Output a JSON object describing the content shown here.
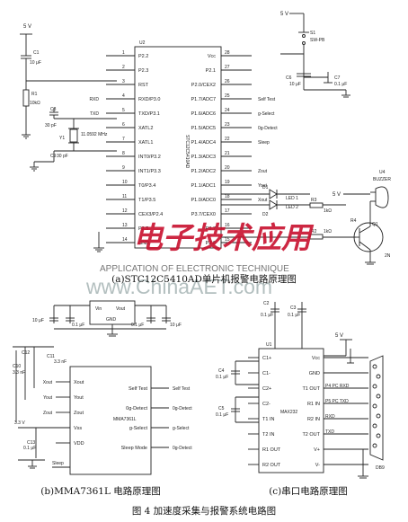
{
  "watermark": {
    "cn": "电子技术应用",
    "en": "APPLICATION OF ELECTRONIC TECHNIQUE",
    "url": "www.ChinaAET.com"
  },
  "panel_a": {
    "caption": "(a)STC12C5410AD单片机报警电路原理图",
    "mcu": {
      "ref": "U2",
      "part": "STC12C5410AD",
      "left_pins": [
        {
          "num": "1",
          "name": "P2.2",
          "net": ""
        },
        {
          "num": "2",
          "name": "P2.3",
          "net": ""
        },
        {
          "num": "3",
          "name": "RST",
          "net": ""
        },
        {
          "num": "4",
          "name": "RXD/P3.0",
          "net": "RXD"
        },
        {
          "num": "5",
          "name": "TXD/P3.1",
          "net": "TXD"
        },
        {
          "num": "6",
          "name": "XATL2",
          "net": ""
        },
        {
          "num": "7",
          "name": "XATL1",
          "net": ""
        },
        {
          "num": "8",
          "name": "INT0/P3.2",
          "net": ""
        },
        {
          "num": "9",
          "name": "INT1/P3.3",
          "net": ""
        },
        {
          "num": "10",
          "name": "T0/P3.4",
          "net": ""
        },
        {
          "num": "11",
          "name": "T1/P3.5",
          "net": ""
        },
        {
          "num": "12",
          "name": "CEX3/P2.4",
          "net": ""
        },
        {
          "num": "13",
          "name": "P2.5",
          "net": ""
        },
        {
          "num": "14",
          "name": "GND",
          "net": ""
        }
      ],
      "right_pins": [
        {
          "num": "28",
          "name": "Vcc",
          "net": ""
        },
        {
          "num": "27",
          "name": "P2.1",
          "net": ""
        },
        {
          "num": "26",
          "name": "P2.0/CEX2",
          "net": ""
        },
        {
          "num": "25",
          "name": "P1.7/ADC7",
          "net": "Self Test"
        },
        {
          "num": "24",
          "name": "P1.6/ADC6",
          "net": "g-Select"
        },
        {
          "num": "23",
          "name": "P1.5/ADC5",
          "net": "0g-Detect"
        },
        {
          "num": "22",
          "name": "P1.4/ADC4",
          "net": "Sleep"
        },
        {
          "num": "21",
          "name": "P1.3/ADC3",
          "net": ""
        },
        {
          "num": "20",
          "name": "P1.2/ADC2",
          "net": "Zout"
        },
        {
          "num": "19",
          "name": "P1.1/ADC1",
          "net": "Yout"
        },
        {
          "num": "18",
          "name": "P1.0/ADC0",
          "net": "Xout"
        },
        {
          "num": "17",
          "name": "P3.7/CEX0",
          "net": ""
        },
        {
          "num": "16",
          "name": "P3.7",
          "net": ""
        },
        {
          "num": "15",
          "name": "P2.6",
          "net": ""
        }
      ]
    },
    "labels": {
      "vcc_left": "5 V",
      "vcc_top": "5 V",
      "vcc_buzzer": "5 V",
      "c1": "C1",
      "c1_val": "10 μF",
      "r1": "R1",
      "r1_val": "10kΩ",
      "c8": "C8",
      "c8_val": "30 pF",
      "y1": "Y1",
      "y1_val": "11.0592 MHz",
      "c9": "C9",
      "c9_val": "30 pF",
      "s1": "S1",
      "s1_val": "SW-PB",
      "c6": "C6",
      "c6_val": "10 μF",
      "c7": "C7",
      "c7_val": "0.1 μF",
      "u4": "U4",
      "u4_val": "BUZZER",
      "d1": "D1",
      "d2": "D2",
      "led1": "LED 1",
      "led2": "LED 2",
      "r3": "R3",
      "r3_val": "1kΩ",
      "r2": "R2",
      "r2_val": "1kΩ",
      "r4": "R4",
      "q1": "Q1",
      "q1_part": "2N"
    }
  },
  "panel_b": {
    "caption": "(b)MMA7361L 电路原理图",
    "ldo": {
      "vin": "Vin",
      "vout": "Vout",
      "gnd": "GND"
    },
    "cap_labels": [
      "10 μF",
      "0.1 μF",
      "0.1 μF",
      "10 μF"
    ],
    "accel": {
      "part": "MMA7361L",
      "left_pins": [
        "Xout",
        "Yout",
        "Zout",
        "Vss",
        "VDD"
      ],
      "right_pins": [
        "Self Test",
        "0g-Detect",
        "g-Select",
        "Sleep Mode"
      ],
      "right_nets": [
        "Self Test",
        "0g-Detect",
        "g-Select",
        "0g-Detect"
      ],
      "left_nets": [
        "Xout",
        "Yout",
        "Zout"
      ],
      "net_3v": "3.3 V",
      "sleep_label": "Sleep",
      "c10": "C10",
      "c11": "C11",
      "c12": "C12",
      "c13": "C13",
      "c_val": "3.3 nF",
      "c13_val": "0.1 μF"
    }
  },
  "panel_c": {
    "caption": "(c)串口电路原理图",
    "chip": "MAX232",
    "ref": "U1",
    "left_pins": [
      "C1+",
      "C1-",
      "C2+",
      "C2-",
      "T1 IN",
      "T2 IN",
      "R1 OUT",
      "R2 OUT"
    ],
    "right_pins": [
      "Vcc",
      "GND",
      "T1 OUT",
      "R1 IN",
      "R2 IN",
      "T2 OUT",
      "V+",
      "V-"
    ],
    "right_nets": [
      "",
      "",
      "P4 PC RXD",
      "P5 PC TXD",
      "RXD",
      "TXD",
      "",
      ""
    ],
    "caps": {
      "c2": "C2",
      "c3": "C3",
      "c4": "C4",
      "c5": "C5",
      "val": "0.1 μF"
    },
    "vcc": "5 V",
    "connector": "DB9"
  },
  "figure_title": "图 4   加速度采集与报警系统电路图"
}
